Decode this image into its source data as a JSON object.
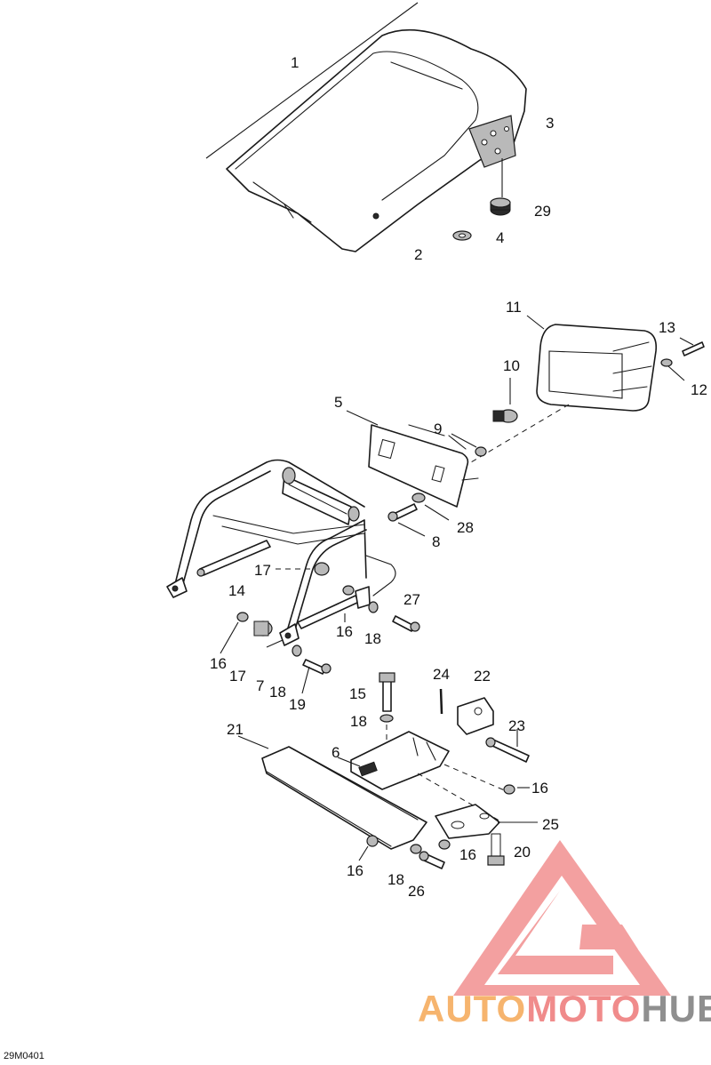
{
  "callouts": [
    "1",
    "3",
    "29",
    "4",
    "2",
    "11",
    "13",
    "10",
    "12",
    "5",
    "9",
    "28",
    "8",
    "14",
    "17",
    "16",
    "18",
    "27",
    "16",
    "17",
    "7",
    "18",
    "19",
    "24",
    "22",
    "15",
    "18",
    "23",
    "21",
    "6",
    "16",
    "25",
    "16",
    "20",
    "16",
    "18",
    "26"
  ],
  "watermark": {
    "part1": "AUTO",
    "part2": "MOTO",
    "part3": "HUB"
  },
  "drawing_code": "29M0401",
  "colors": {
    "watermark_orange": "#f6b46e",
    "watermark_red": "#f08b8b",
    "watermark_grey": "#8f8f8f"
  }
}
